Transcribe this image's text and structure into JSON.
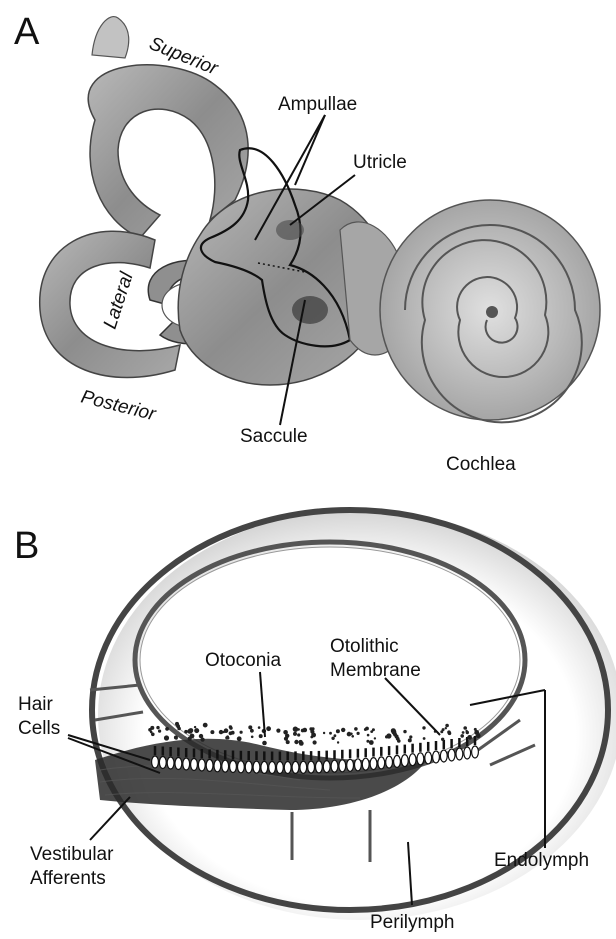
{
  "panel_a": {
    "letter": "A",
    "canals": {
      "superior": "Superior",
      "lateral": "Lateral",
      "posterior": "Posterior"
    },
    "ampullae": "Ampullae",
    "utricle": "Utricle",
    "saccule": "Saccule",
    "cochlea": "Cochlea"
  },
  "panel_b": {
    "letter": "B",
    "hair_cells": [
      "Hair",
      "Cells"
    ],
    "otoconia": "Otoconia",
    "otolithic_membrane": [
      "Otolithic",
      "Membrane"
    ],
    "endolymph": "Endolymph",
    "vestibular_afferents": [
      "Vestibular",
      "Afferents"
    ],
    "perilymph": "Perilymph"
  },
  "colors": {
    "ink": "#111111",
    "tissue": "#9a9a9a",
    "tissue_light": "#cfcfcf",
    "background": "#ffffff"
  }
}
